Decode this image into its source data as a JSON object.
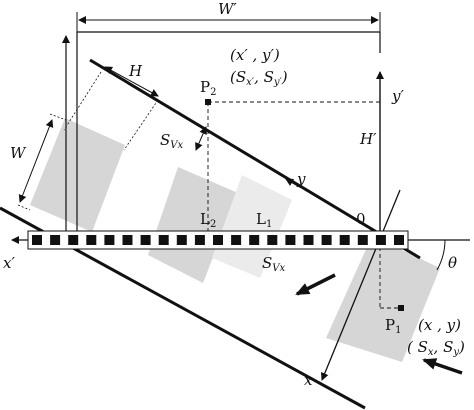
{
  "labels": {
    "w_prime": "W′",
    "h": "H",
    "w": "W",
    "h_prime": "H′",
    "x_prime_axis": "x′",
    "y_prime_axis": "y′",
    "x_axis": "x",
    "y_axis": "y",
    "origin": "0",
    "theta": "θ",
    "p2": "P",
    "p2_sub": "2",
    "p1": "P",
    "p1_sub": "1",
    "l2": "L",
    "l2_sub": "2",
    "l1": "L",
    "l1_sub": "1",
    "s_vx_1": "S",
    "s_vx_1_sub": "Vx",
    "s_vx_2": "S",
    "s_vx_2_sub": "Vx",
    "coord_prime": "(x′ , y′)",
    "s_prime_open": "(S",
    "s_prime_xsub": "x′",
    "s_prime_mid": ", S",
    "s_prime_ysub": "y′",
    "s_prime_close": ")",
    "coord": "(x , y)",
    "s_open": "( S",
    "s_xsub": "x",
    "s_mid": ", S",
    "s_ysub": "y",
    "s_close": ")"
  },
  "colors": {
    "line": "#111111",
    "shade_dark": "#d4d4d4",
    "shade_light": "#ececec",
    "sensor_cell": "#111111"
  }
}
